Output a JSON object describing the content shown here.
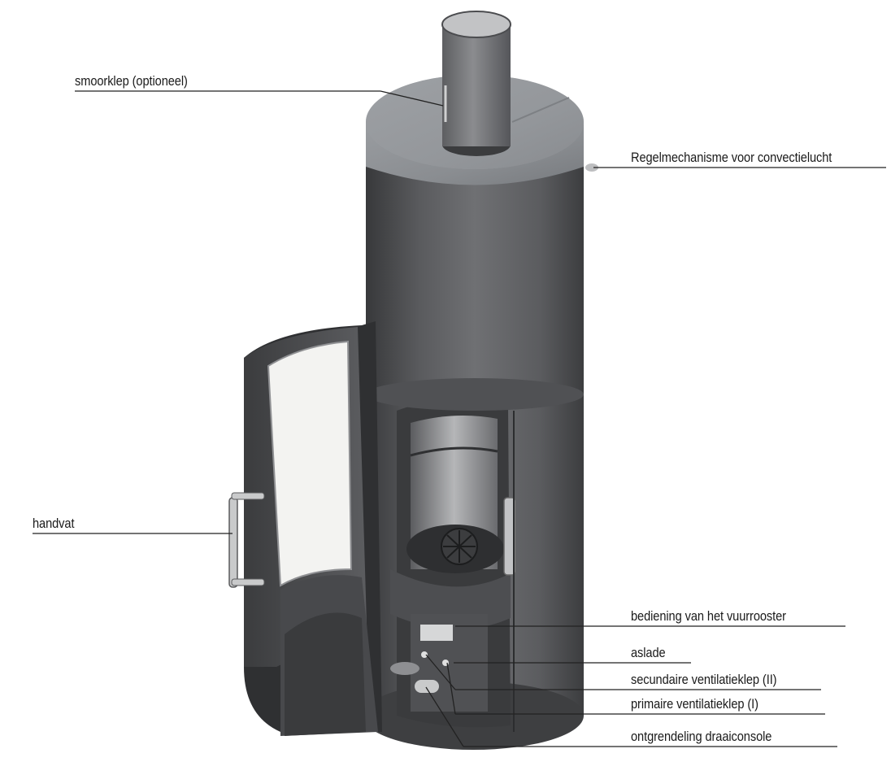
{
  "labels": {
    "smoke_damper": "smoorklep (optioneel)",
    "convection_control": "Regelmechanisme voor convectielucht",
    "handle": "handvat",
    "grate_control": "bediening van het vuurrooster",
    "ash_drawer": "aslade",
    "secondary_valve": "secundaire ventilatieklep (II)",
    "primary_valve": "primaire ventilatieklep (I)",
    "swivel_release": "ontgrendeling draaiconsole"
  },
  "colors": {
    "body_dark": "#4a4b4d",
    "body_mid": "#6b6c6f",
    "stone_top": "#8d9094",
    "glass": "#f3f3f1",
    "steel": "#c9cacb",
    "line": "#222222"
  }
}
